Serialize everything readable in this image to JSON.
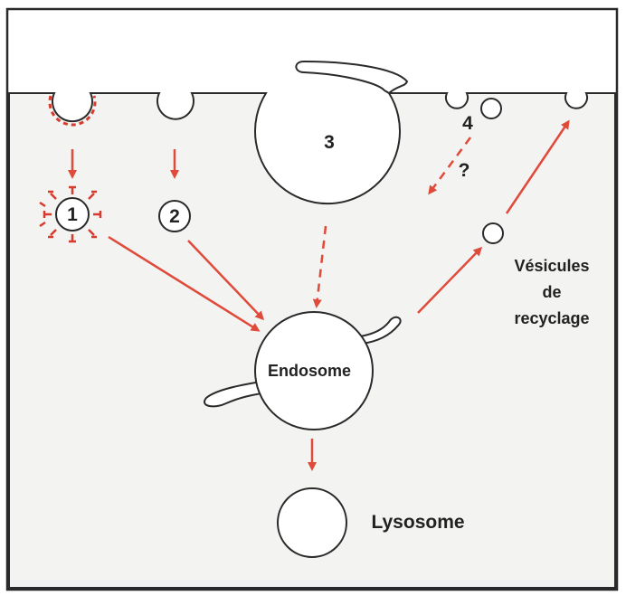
{
  "labels": {
    "n1": "1",
    "n2": "2",
    "n3": "3",
    "n4": "4",
    "question": "?",
    "endosome": "Endosome",
    "recycling_line1": "Vésicules",
    "recycling_line2": "de",
    "recycling_line3": "recyclage",
    "lysosome": "Lysosome"
  },
  "colors": {
    "arrow": "#e04a3a",
    "outline": "#2a2a2a",
    "cytoplasm": "#f3f3f1",
    "extracellular": "#ffffff",
    "coat": "#d83a2e"
  }
}
